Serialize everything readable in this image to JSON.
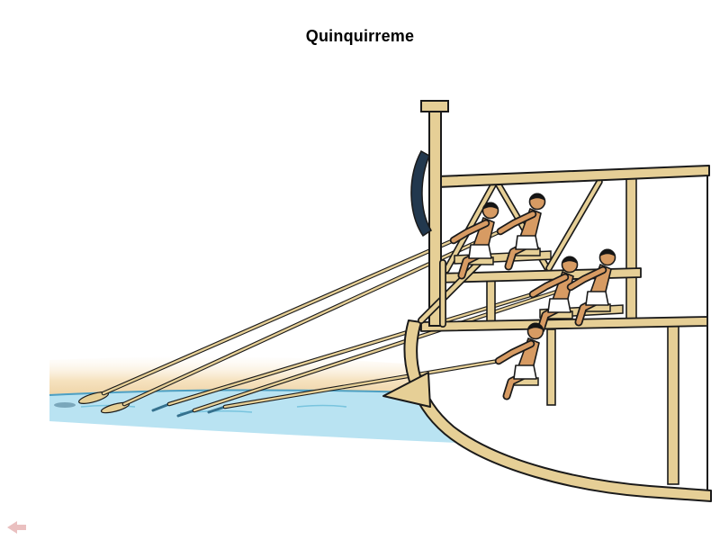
{
  "slide": {
    "title": "Quinquirreme"
  },
  "illustration": {
    "name": "quinquereme-cross-section",
    "description": "Cutaway side view of a quinquereme galley hull showing five bare-chested rowers in white loincloths seated on stacked benches, pulling long wooden oars that slant down into light blue water at the left",
    "rowers_visible": 5,
    "oar_count": 5,
    "colors": {
      "wood": "#e6cf96",
      "wood_dark": "#caa85f",
      "outline": "#1a1a1a",
      "skin": "#d79b63",
      "loincloth": "#ffffff",
      "water": "#b9e3f2",
      "water_edge": "#4d9fc2",
      "sand_band": "#f0d7ac",
      "dark_blade": "#22384e",
      "background": "#ffffff"
    }
  },
  "nav": {
    "back_arrow_color": "#d98c8c"
  }
}
